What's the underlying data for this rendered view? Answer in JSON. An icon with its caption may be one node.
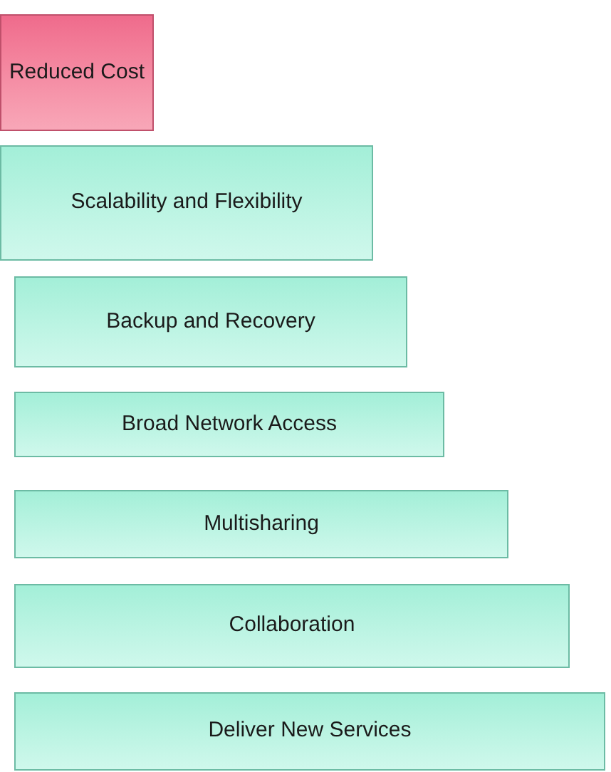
{
  "diagram": {
    "nodes": [
      {
        "text": [
          "Reduced Cost"
        ]
      },
      {
        "text": [
          "Scalability and Flexibility"
        ]
      },
      {
        "text": [
          "Backup and Recovery"
        ]
      },
      {
        "text": [
          "Broad Network Access"
        ]
      },
      {
        "text": [
          "Multisharing"
        ]
      },
      {
        "text": [
          "Collaboration"
        ]
      },
      {
        "text": [
          "Deliver New Services"
        ]
      }
    ]
  }
}
